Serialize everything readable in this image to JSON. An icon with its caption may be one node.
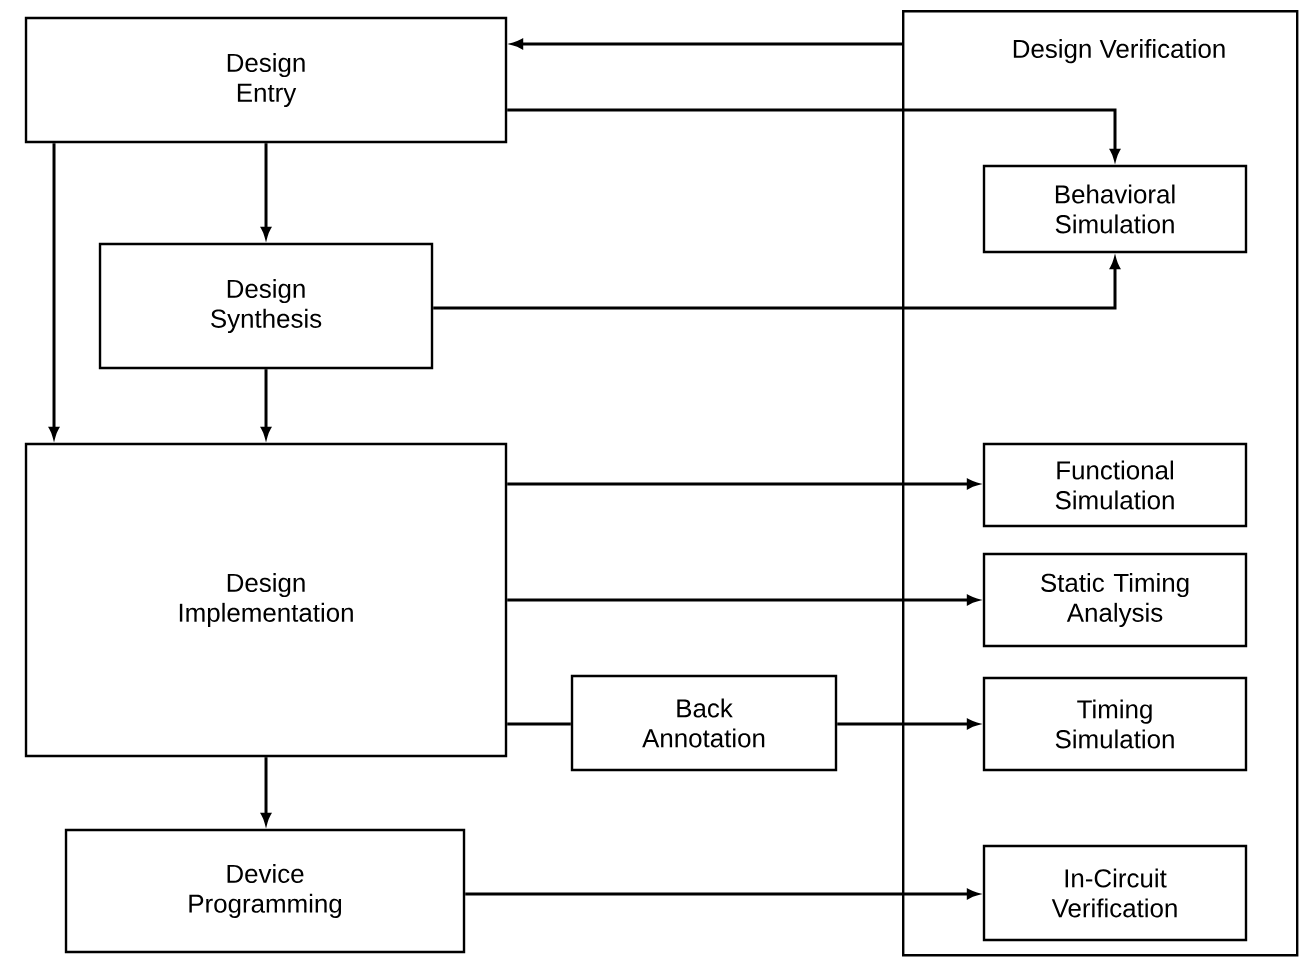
{
  "diagram": {
    "nodes": [
      {
        "text": [
          "Design Entry"
        ]
      },
      {
        "text": [
          "Design Verification"
        ]
      },
      {
        "text": [
          "Behavioral Simulation"
        ],
        "in": 1
      },
      {
        "text": [
          "Design Synthesis"
        ]
      },
      {
        "text": [
          "Design Implementation"
        ]
      },
      {
        "text": [
          "Functional Simulation"
        ],
        "in": 1
      },
      {
        "text": [
          "Static Timing Analysis"
        ],
        "in": 1
      },
      {
        "text": [
          "Back Annotation"
        ]
      },
      {
        "text": [
          "Timing Simulation"
        ],
        "in": 1
      },
      {
        "text": [
          "Device Programming"
        ]
      },
      {
        "text": [
          "In-Circuit Verification"
        ],
        "in": 1
      }
    ],
    "edges": [
      {
        "from": 1,
        "to": 0,
        "arrow": "to"
      },
      {
        "from": 0,
        "to": 2,
        "arrow": "to"
      },
      {
        "from": 0,
        "to": 3,
        "arrow": "to"
      },
      {
        "from": 0,
        "to": 4,
        "arrow": "to"
      },
      {
        "from": 3,
        "to": 2,
        "arrow": "to"
      },
      {
        "from": 3,
        "to": 4,
        "arrow": "to"
      },
      {
        "from": 4,
        "to": 5,
        "arrow": "to"
      },
      {
        "from": 4,
        "to": 6,
        "arrow": "to"
      },
      {
        "from": 4,
        "to": 7,
        "arrow": "none"
      },
      {
        "from": 7,
        "to": 8,
        "arrow": "to"
      },
      {
        "from": 4,
        "to": 9,
        "arrow": "to"
      },
      {
        "from": 9,
        "to": 10,
        "arrow": "to"
      }
    ]
  }
}
